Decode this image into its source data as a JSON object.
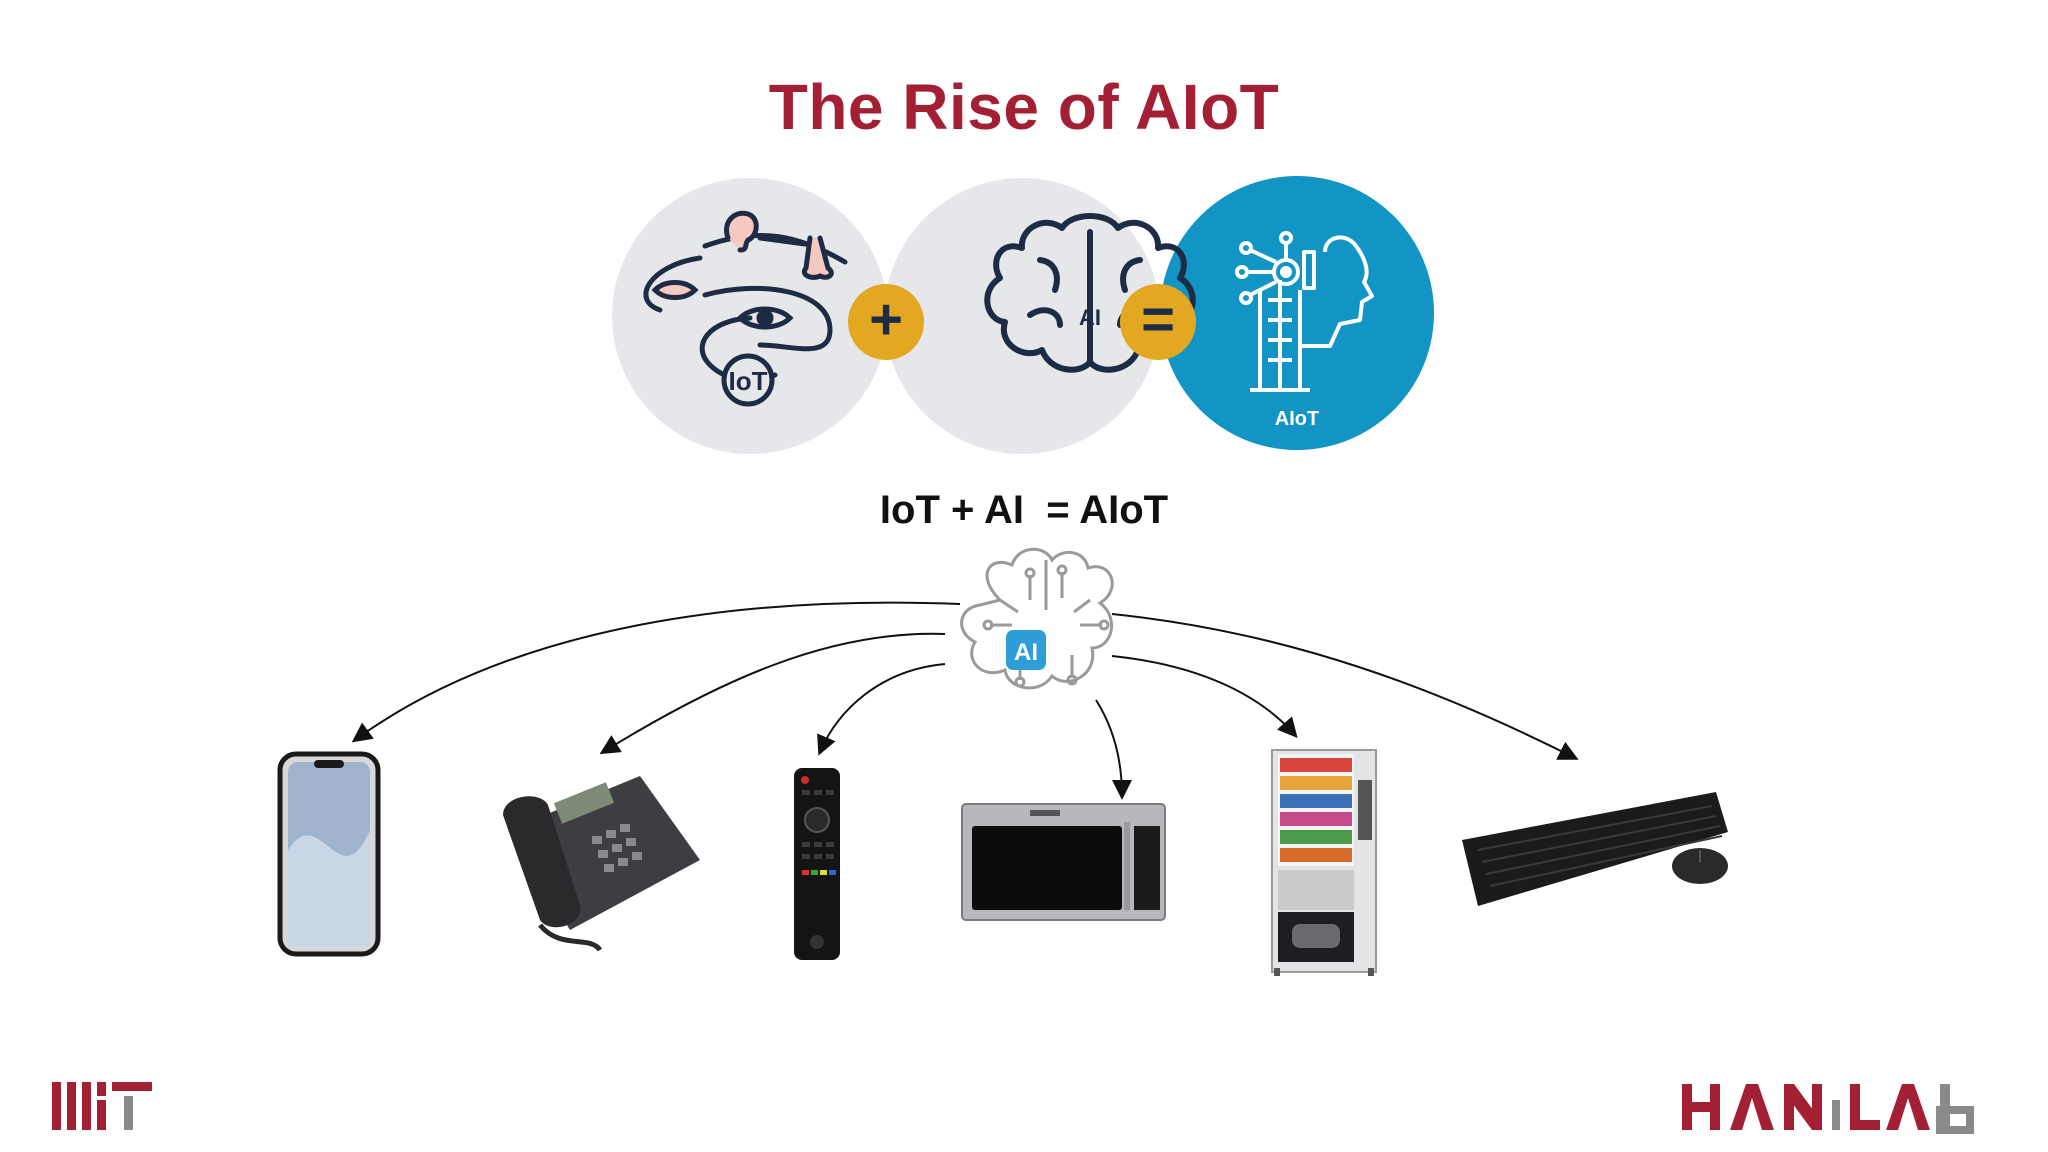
{
  "title": "The Rise of AIoT",
  "icons": {
    "iot": {
      "name": "iot-senses-icon",
      "label": "IoT"
    },
    "plus": {
      "name": "plus-icon",
      "symbol": "+"
    },
    "ai": {
      "name": "ai-brain-icon",
      "label": "AI"
    },
    "equals": {
      "name": "equals-icon",
      "symbol": "="
    },
    "aiot": {
      "name": "aiot-robot-head-icon",
      "label": "AIoT"
    }
  },
  "equation": "IoT + AI  = AIoT",
  "hub": {
    "name": "ai-circuit-brain-icon",
    "label": "AI"
  },
  "devices": [
    {
      "name": "smartphone-image"
    },
    {
      "name": "desk-phone-image"
    },
    {
      "name": "tv-remote-image"
    },
    {
      "name": "microwave-image"
    },
    {
      "name": "vending-machine-image"
    },
    {
      "name": "keyboard-mouse-image"
    }
  ],
  "logos": {
    "left": "MIT",
    "right": "HAN LAB"
  },
  "colors": {
    "title": "#a31f34",
    "accent_blue": "#1294c4",
    "operator_gold": "#e4a722",
    "icon_navy": "#1d2b44"
  }
}
